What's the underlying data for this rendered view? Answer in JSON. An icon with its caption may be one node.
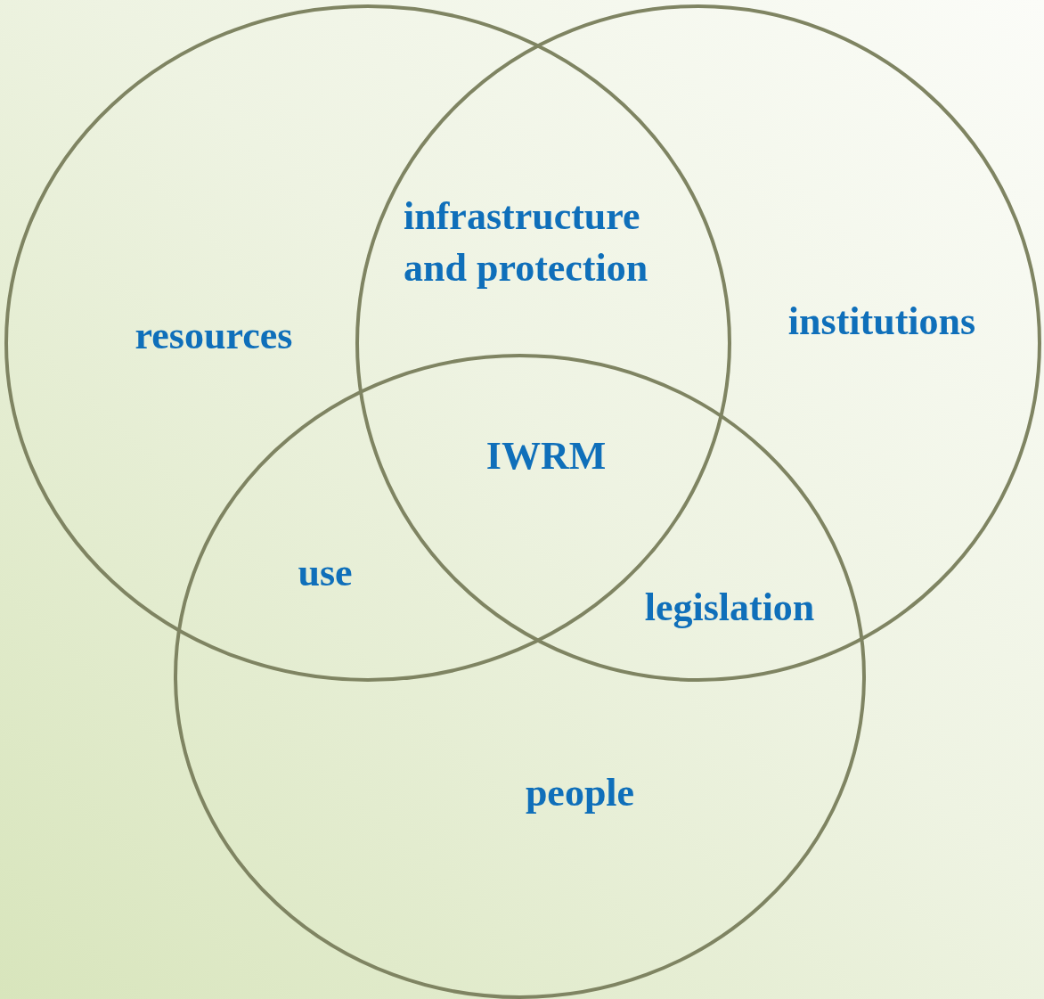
{
  "diagram": {
    "nodes": [
      {
        "text": [
          "resources"
        ]
      },
      {
        "text": [
          "institutions"
        ]
      },
      {
        "text": [
          "people"
        ]
      }
    ],
    "labels": [
      "infrastructure and protection",
      "IWRM",
      "use",
      "legislation"
    ]
  }
}
